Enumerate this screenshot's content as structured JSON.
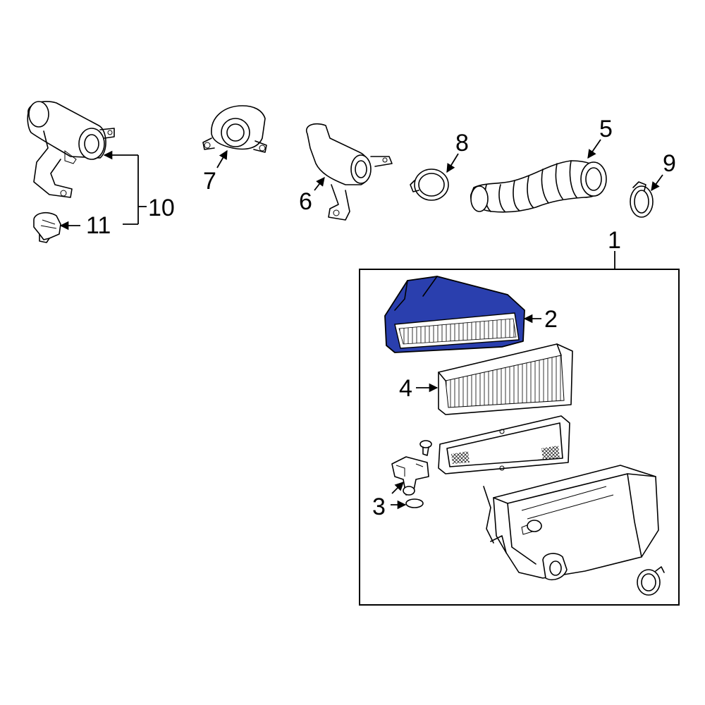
{
  "callouts": {
    "c1": "1",
    "c2": "2",
    "c3": "3",
    "c4": "4",
    "c5": "5",
    "c6": "6",
    "c7": "7",
    "c8": "8",
    "c9": "9",
    "c10": "10",
    "c11": "11"
  },
  "colors": {
    "highlight": "#2a3fae",
    "line": "#000000",
    "background": "#ffffff"
  }
}
